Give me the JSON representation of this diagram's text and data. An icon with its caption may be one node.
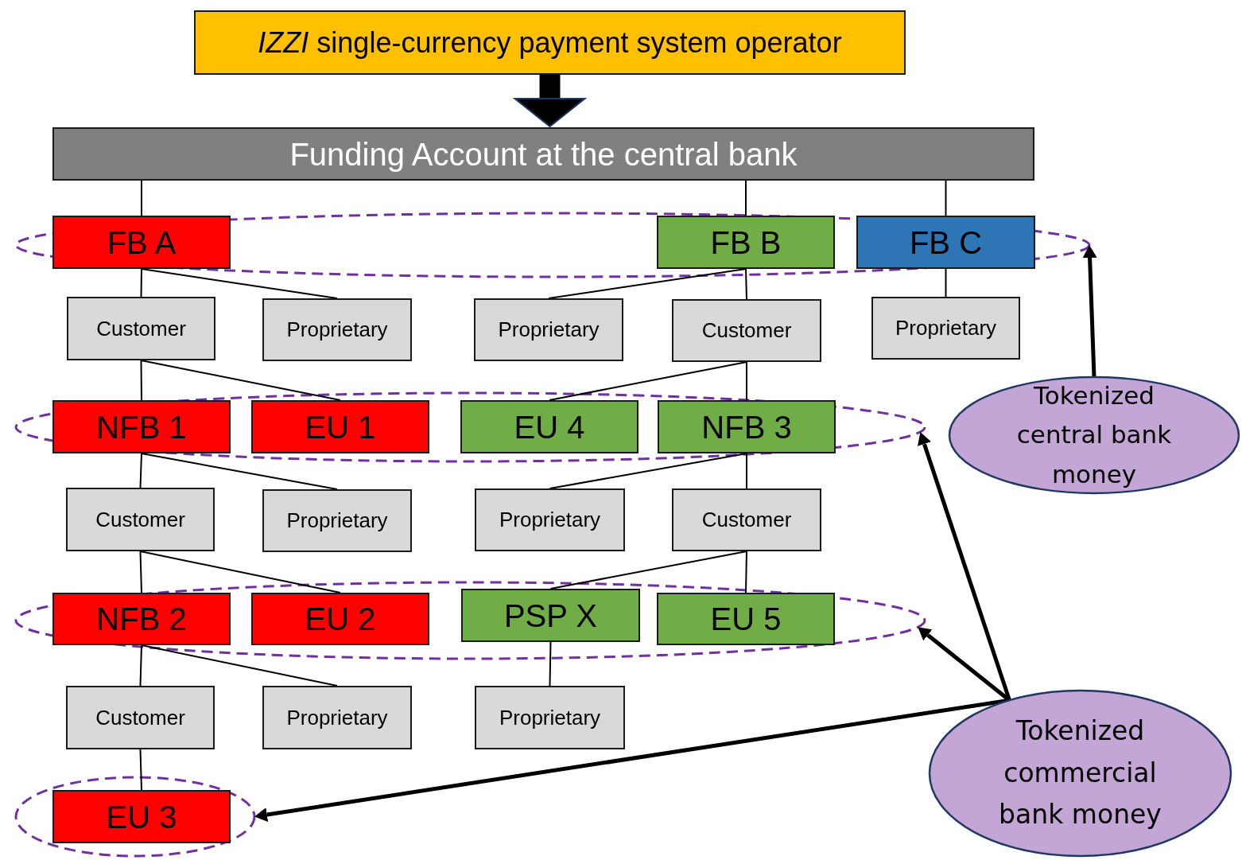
{
  "diagram": {
    "nodes": [
      {
        "text": [
          "*IZZI* single-currency payment system operator"
        ]
      },
      {
        "text": [
          "Funding Account at the central bank"
        ]
      },
      {
        "text": [],
        "shape": "ellipse"
      },
      {
        "text": [
          "FB A"
        ],
        "in": 2
      },
      {
        "text": [
          "FB B"
        ],
        "in": 2
      },
      {
        "text": [
          "FB C"
        ],
        "in": 2
      },
      {
        "text": [
          "Customer"
        ]
      },
      {
        "text": [
          "Proprietary"
        ]
      },
      {
        "text": [
          "Proprietary"
        ]
      },
      {
        "text": [
          "Customer"
        ]
      },
      {
        "text": [
          "Proprietary"
        ]
      },
      {
        "text": [
          "Tokenized central bank money"
        ]
      },
      {
        "text": [],
        "shape": "ellipse"
      },
      {
        "text": [
          "NFB 1"
        ],
        "in": 12
      },
      {
        "text": [
          "EU 1"
        ],
        "in": 12
      },
      {
        "text": [
          "EU 4"
        ],
        "in": 12
      },
      {
        "text": [
          "NFB 3"
        ],
        "in": 12
      },
      {
        "text": [
          "Customer"
        ]
      },
      {
        "text": [
          "Proprietary"
        ]
      },
      {
        "text": [
          "Proprietary"
        ]
      },
      {
        "text": [
          "Customer"
        ]
      },
      {
        "text": [],
        "shape": "ellipse"
      },
      {
        "text": [
          "NFB 2"
        ],
        "in": 21
      },
      {
        "text": [
          "EU 2"
        ],
        "in": 21
      },
      {
        "text": [
          "PSP X"
        ],
        "in": 21
      },
      {
        "text": [
          "EU 5"
        ],
        "in": 21
      },
      {
        "text": [
          "Customer"
        ]
      },
      {
        "text": [
          "Proprietary"
        ]
      },
      {
        "text": [
          "Proprietary"
        ]
      },
      {
        "text": [
          "Tokenized commercial bank money"
        ]
      },
      {
        "text": [],
        "shape": "ellipse"
      },
      {
        "text": [
          "EU 3"
        ],
        "in": 30
      }
    ],
    "edges": [
      {
        "from": 0,
        "to": 1,
        "arrow": "to",
        "style": "thick"
      },
      {
        "from": 1,
        "to": 3,
        "arrow": "none"
      },
      {
        "from": 1,
        "to": 4,
        "arrow": "none"
      },
      {
        "from": 1,
        "to": 5,
        "arrow": "none"
      },
      {
        "from": 3,
        "to": 6,
        "arrow": "none"
      },
      {
        "from": 3,
        "to": 7,
        "arrow": "none"
      },
      {
        "from": 4,
        "to": 8,
        "arrow": "none"
      },
      {
        "from": 4,
        "to": 9,
        "arrow": "none"
      },
      {
        "from": 5,
        "to": 10,
        "arrow": "none"
      },
      {
        "from": 6,
        "to": 13,
        "arrow": "none"
      },
      {
        "from": 6,
        "to": 14,
        "arrow": "none"
      },
      {
        "from": 9,
        "to": 15,
        "arrow": "none"
      },
      {
        "from": 9,
        "to": 16,
        "arrow": "none"
      },
      {
        "from": 13,
        "to": 17,
        "arrow": "none"
      },
      {
        "from": 13,
        "to": 18,
        "arrow": "none"
      },
      {
        "from": 16,
        "to": 19,
        "arrow": "none"
      },
      {
        "from": 16,
        "to": 20,
        "arrow": "none"
      },
      {
        "from": 17,
        "to": 22,
        "arrow": "none"
      },
      {
        "from": 17,
        "to": 23,
        "arrow": "none"
      },
      {
        "from": 20,
        "to": 24,
        "arrow": "none"
      },
      {
        "from": 20,
        "to": 25,
        "arrow": "none"
      },
      {
        "from": 22,
        "to": 26,
        "arrow": "none"
      },
      {
        "from": 22,
        "to": 27,
        "arrow": "none"
      },
      {
        "from": 24,
        "to": 28,
        "arrow": "none"
      },
      {
        "from": 26,
        "to": 31,
        "arrow": "none"
      },
      {
        "from": 11,
        "to": 2,
        "arrow": "to",
        "style": "thick"
      },
      {
        "from": 29,
        "to": 12,
        "arrow": "to",
        "style": "thick"
      },
      {
        "from": 29,
        "to": 21,
        "arrow": "to",
        "style": "thick"
      },
      {
        "from": 29,
        "to": 30,
        "arrow": "to",
        "style": "thick"
      }
    ]
  }
}
